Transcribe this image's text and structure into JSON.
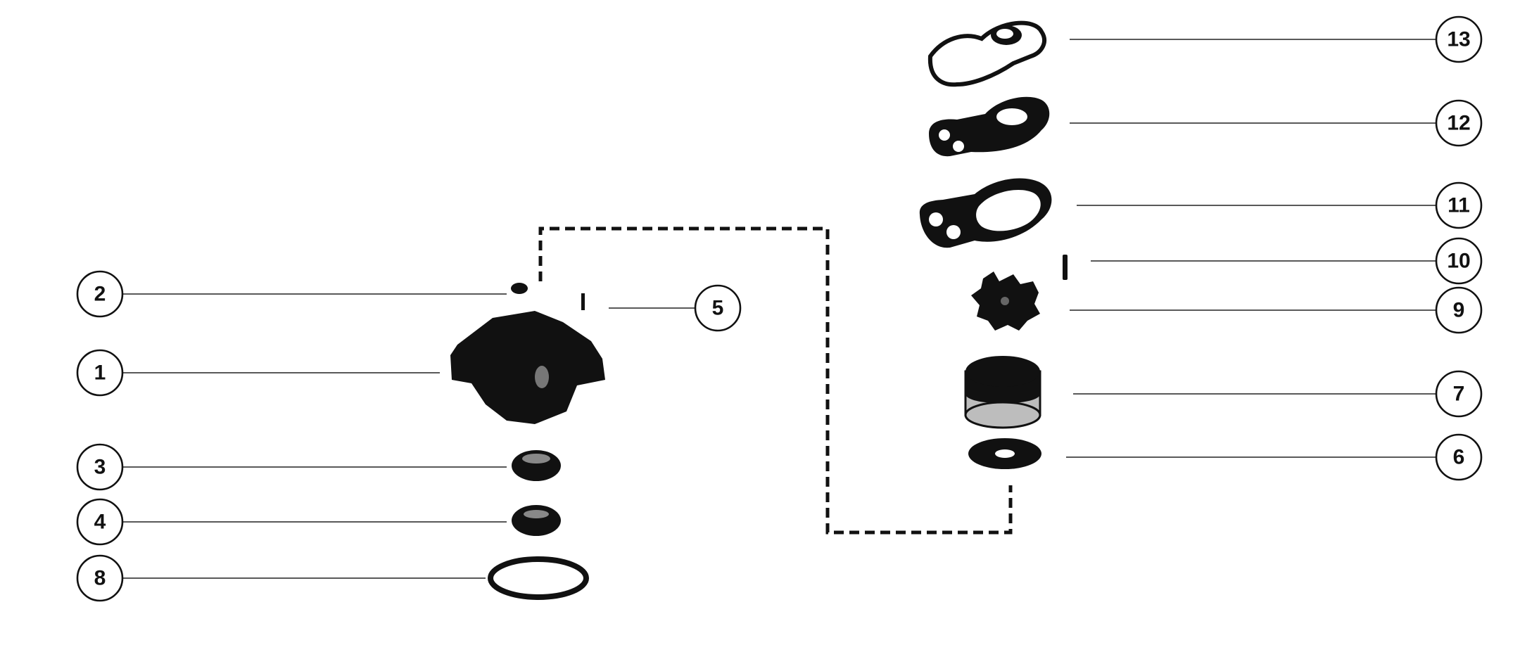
{
  "diagram": {
    "callouts": [
      {
        "id": "2",
        "label": "2"
      },
      {
        "id": "1",
        "label": "1"
      },
      {
        "id": "3",
        "label": "3"
      },
      {
        "id": "4",
        "label": "4"
      },
      {
        "id": "8",
        "label": "8"
      },
      {
        "id": "5",
        "label": "5"
      },
      {
        "id": "13",
        "label": "13"
      },
      {
        "id": "12",
        "label": "12"
      },
      {
        "id": "11",
        "label": "11"
      },
      {
        "id": "10",
        "label": "10"
      },
      {
        "id": "9",
        "label": "9"
      },
      {
        "id": "7",
        "label": "7"
      },
      {
        "id": "6",
        "label": "6"
      }
    ]
  },
  "colors": {
    "ink": "#111111",
    "background": "#ffffff",
    "screen": "#bdbdbd"
  }
}
